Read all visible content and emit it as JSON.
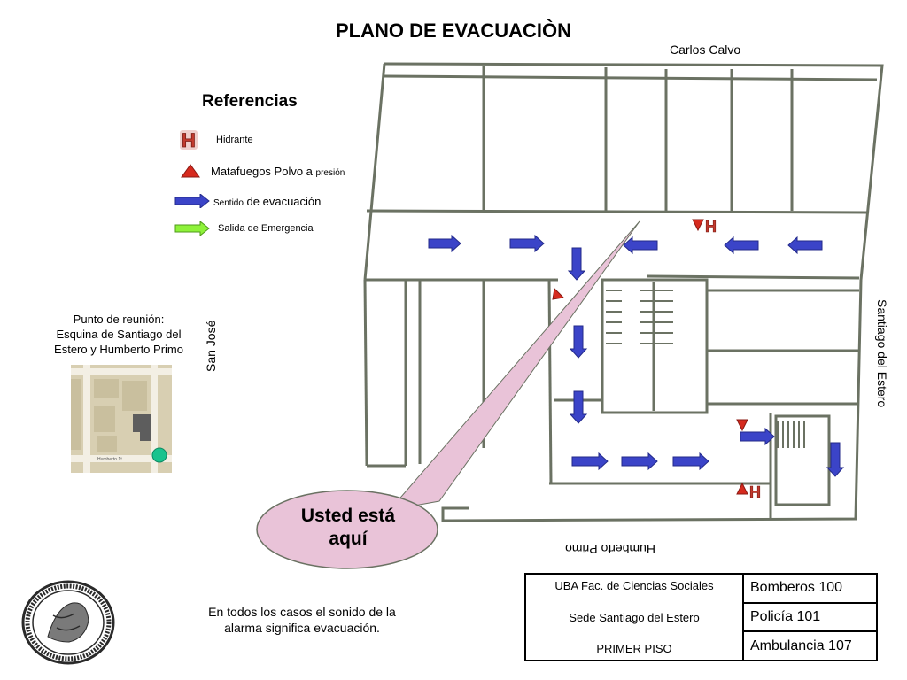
{
  "title": "PLANO DE EVACUACIÒN",
  "streets": {
    "north": "Carlos Calvo",
    "east": "Santiago del Estero",
    "south": "Humberto Primo",
    "west": "San José"
  },
  "legend": {
    "title": "Referencias",
    "items": [
      {
        "icon": "hydrant-icon",
        "label": "Hidrante"
      },
      {
        "icon": "extinguisher-icon",
        "label_main": "Matafuegos Polvo a ",
        "label_small": "presión"
      },
      {
        "icon": "blue-arrow-icon",
        "label_small": "Sentido",
        "label_main": " de evacuación"
      },
      {
        "icon": "green-arrow-icon",
        "label": "Salida de Emergencia"
      }
    ]
  },
  "meeting_point": {
    "line1": "Punto de reunión:",
    "line2": "Esquina de Santiago del",
    "line3": "Estero y Humberto Primo",
    "map_labels": {
      "street": "Humberto 1º"
    }
  },
  "you_are_here": {
    "line1": "Usted está",
    "line2": "aquí"
  },
  "alarm_note": {
    "line1": "En todos los casos el sonido de la",
    "line2": "alarma significa evacuación."
  },
  "info": {
    "institution": "UBA Fac. de Ciencias Sociales",
    "site": "Sede Santiago del Estero",
    "floor": "PRIMER PISO",
    "emergency": [
      {
        "label": "Bomberos 100"
      },
      {
        "label": "Policía 101"
      },
      {
        "label": "Ambulancia 107"
      }
    ]
  },
  "colors": {
    "wall": "#6b7263",
    "arrow": "#3b44c8",
    "exit_arrow": "#8ef23a",
    "hydrant": "#c23a2e",
    "extinguisher": "#d62a1e",
    "bubble": "#e9c3d8",
    "meeting_dot": "#19c38e"
  }
}
